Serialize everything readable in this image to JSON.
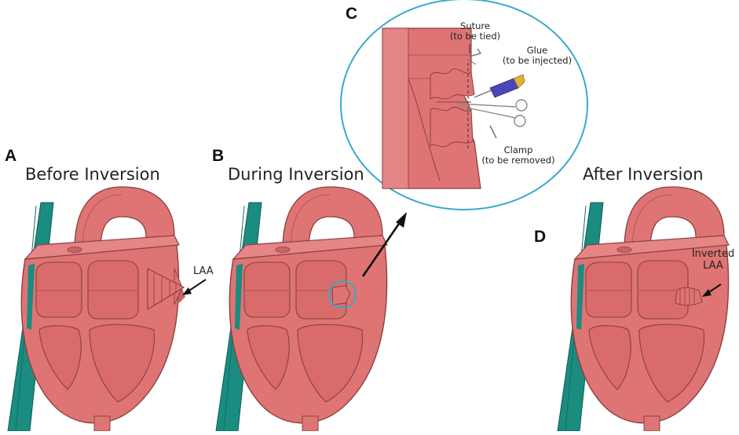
{
  "panels": {
    "a": {
      "letter": "A",
      "title": "Before Inversion",
      "label": "LAA"
    },
    "b": {
      "letter": "B",
      "title": "During Inversion"
    },
    "c": {
      "letter": "C",
      "suture": {
        "line1": "Suture",
        "line2": "(to be tied)"
      },
      "glue": {
        "line1": "Glue",
        "line2": "(to be injected)"
      },
      "clamp": {
        "line1": "Clamp",
        "line2": "(to be removed)"
      }
    },
    "d": {
      "letter": "D",
      "title": "After Inversion",
      "label_line1": "Inverted",
      "label_line2": "LAA"
    }
  },
  "colors": {
    "heart": "#de7474",
    "heart_dark": "#b85757",
    "vessel": "#1a8c80",
    "lens": "#3aa9c9",
    "syringe": "#4b45b8"
  },
  "icons": [
    "heart-model",
    "vessel",
    "magnifier-lens",
    "arrow",
    "syringe",
    "clamp",
    "suture-needle"
  ]
}
